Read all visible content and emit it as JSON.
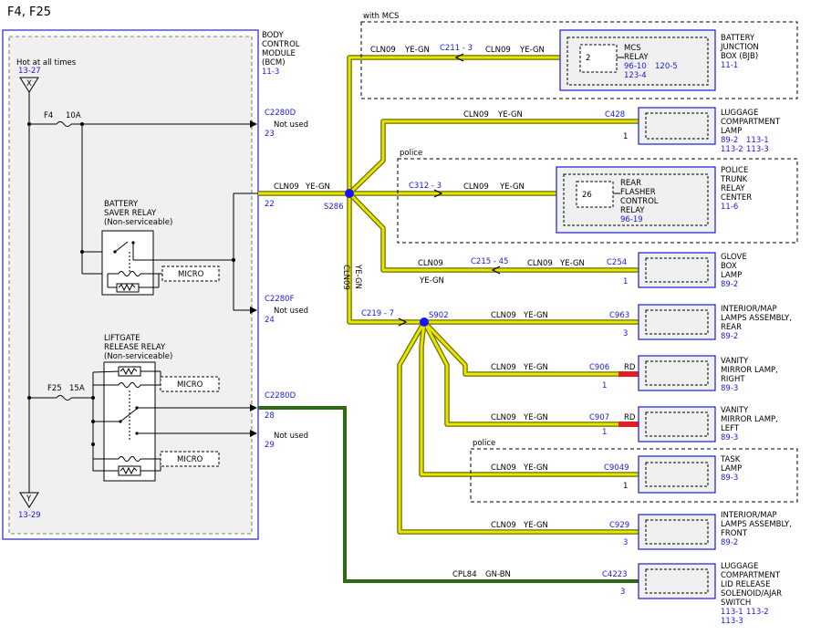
{
  "title": "F4, F25",
  "colors": {
    "wire_yellow": "#d8d800",
    "wire_green": "#2e6b10",
    "connector_blue": "#1a1adb",
    "splice_blue": "#1414ff",
    "red_connector": "#e02020",
    "box_gray": "#f0f0f0"
  },
  "bcm": {
    "name_line1": "BODY",
    "name_line2": "CONTROL",
    "name_line3": "MODULE",
    "name_line4": "(BCM)",
    "ref": "11-3",
    "hot_label": "Hot at all times",
    "hot_ref": "13-27",
    "x_label": "X",
    "y_label": "Y",
    "y_ref": "13-29",
    "f4_label": "F4",
    "f4_amp": "10A",
    "f25_label": "F25",
    "f25_amp": "15A",
    "battery_relay_line1": "BATTERY",
    "battery_relay_line2": "SAVER RELAY",
    "battery_relay_line3": "(Non-serviceable)",
    "liftgate_relay_line1": "LIFTGATE",
    "liftgate_relay_line2": "RELEASE RELAY",
    "liftgate_relay_line3": "(Non-serviceable)",
    "micro": "MICRO",
    "c2280d_a": "C2280D",
    "pin23": "23",
    "not_used": "Not used",
    "pin22": "22",
    "c2280f": "C2280F",
    "pin24": "24",
    "c2280d_b": "C2280D",
    "pin28": "28",
    "pin29": "29"
  },
  "wiring": {
    "cln09": "CLN09",
    "ye_gn": "YE-GN",
    "cpl84": "CPL84",
    "gn_bn": "GN-BN",
    "s286": "S286",
    "s902": "S902",
    "c211": "C211 - 3",
    "c312": "C312 - 3",
    "c215": "C215 - 45",
    "c219": "C219 - 7",
    "with_mcs": "with MCS",
    "police": "police",
    "rd": "RD"
  },
  "components": {
    "bjb": {
      "line1": "BATTERY",
      "line2": "JUNCTION",
      "line3": "BOX (BJB)",
      "ref": "11-1"
    },
    "mcs": {
      "pin": "2",
      "line1": "MCS",
      "line2": "RELAY",
      "ref1": "96-10",
      "ref2": "120-5",
      "ref3": "123-4"
    },
    "luggage_lamp": {
      "conn": "C428",
      "pin": "1",
      "line1": "LUGGAGE",
      "line2": "COMPARTMENT",
      "line3": "LAMP",
      "ref1": "89-2",
      "ref2": "113-1",
      "ref3": "113-2",
      "ref4": "113-3"
    },
    "trunk_relay_center": {
      "line1": "POLICE",
      "line2": "TRUNK",
      "line3": "RELAY",
      "line4": "CENTER",
      "ref": "11-6"
    },
    "flasher": {
      "pin": "26",
      "line1": "REAR",
      "line2": "FLASHER",
      "line3": "CONTROL",
      "line4": "RELAY",
      "ref": "96-19"
    },
    "glove_box": {
      "conn": "C254",
      "pin": "1",
      "line1": "GLOVE",
      "line2": "BOX",
      "line3": "LAMP",
      "ref": "89-2"
    },
    "interior_rear": {
      "conn": "C963",
      "pin": "3",
      "line1": "INTERIOR/MAP",
      "line2": "LAMPS ASSEMBLY,",
      "line3": "REAR",
      "ref": "89-2"
    },
    "vanity_right": {
      "conn": "C906",
      "pin": "1",
      "line1": "VANITY",
      "line2": "MIRROR LAMP,",
      "line3": "RIGHT",
      "ref": "89-3"
    },
    "vanity_left": {
      "conn": "C907",
      "pin": "1",
      "line1": "VANITY",
      "line2": "MIRROR LAMP,",
      "line3": "LEFT",
      "ref": "89-3"
    },
    "task_lamp": {
      "conn": "C9049",
      "pin": "1",
      "line1": "TASK",
      "line2": "LAMP",
      "ref": "89-3"
    },
    "interior_front": {
      "conn": "C929",
      "pin": "3",
      "line1": "INTERIOR/MAP",
      "line2": "LAMPS ASSEMBLY,",
      "line3": "FRONT",
      "ref": "89-2"
    },
    "liftgate_solenoid": {
      "conn": "C4223",
      "pin": "3",
      "line1": "LUGGAGE",
      "line2": "COMPARTMENT",
      "line3": "LID RELEASE",
      "line4": "SOLENOID/AJAR",
      "line5": "SWITCH",
      "ref1": "113-1",
      "ref2": "113-2",
      "ref3": "113-3"
    }
  }
}
